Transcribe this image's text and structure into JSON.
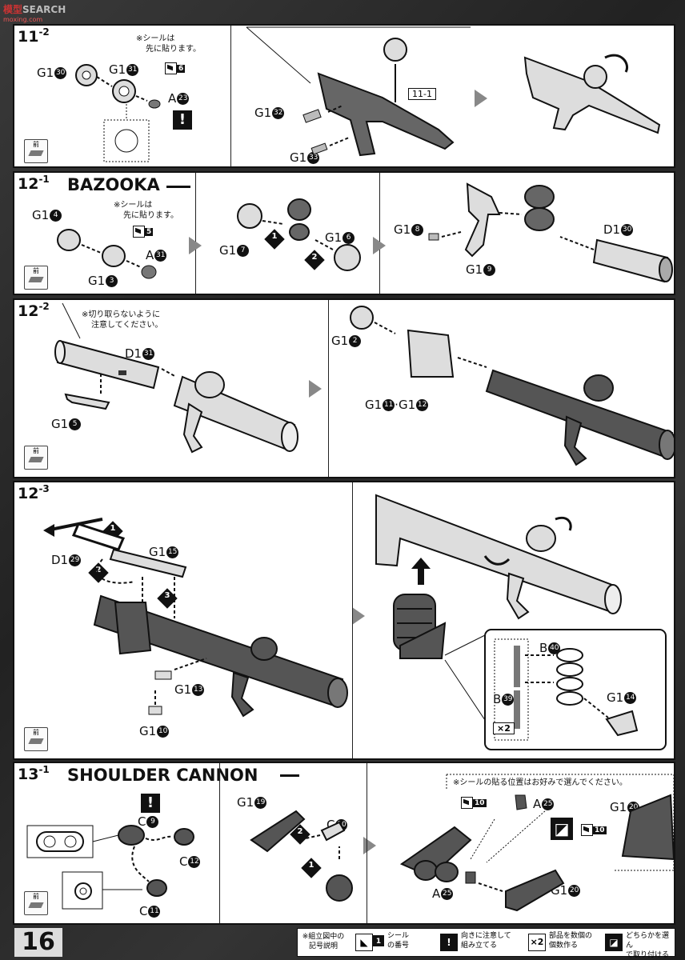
{
  "watermark": {
    "brand": "模型",
    "search": "SEARCH",
    "site": "moxing.com"
  },
  "front_label": "前",
  "panels": {
    "p11_2": {
      "step": "11",
      "sub": "-2",
      "note": [
        "※シールは",
        "先に貼ります。"
      ],
      "sticker_num": "6",
      "ref": "11-1",
      "labels": {
        "g1_30": {
          "t": "G1",
          "n": "30"
        },
        "g1_31": {
          "t": "G1",
          "n": "31"
        },
        "a_23": {
          "t": "A",
          "n": "23"
        },
        "g1_32": {
          "t": "G1",
          "n": "32"
        },
        "g1_33": {
          "t": "G1",
          "n": "33"
        }
      }
    },
    "p12_1": {
      "step": "12",
      "sub": "-1",
      "title": "BAZOOKA",
      "note": [
        "※シールは",
        "先に貼ります。"
      ],
      "sticker_num": "5",
      "labels": {
        "g1_4": {
          "t": "G1",
          "n": "4"
        },
        "g1_3": {
          "t": "G1",
          "n": "3"
        },
        "a_31": {
          "t": "A",
          "n": "31"
        },
        "g1_7": {
          "t": "G1",
          "n": "7"
        },
        "g1_6": {
          "t": "G1",
          "n": "6"
        },
        "g1_8": {
          "t": "G1",
          "n": "8"
        },
        "g1_9": {
          "t": "G1",
          "n": "9"
        },
        "d1_30": {
          "t": "D1",
          "n": "30"
        }
      }
    },
    "p12_2": {
      "step": "12",
      "sub": "-2",
      "note": [
        "※切り取らないように",
        "注意してください。"
      ],
      "labels": {
        "d1_31": {
          "t": "D1",
          "n": "31"
        },
        "g1_5": {
          "t": "G1",
          "n": "5"
        },
        "g1_2": {
          "t": "G1",
          "n": "2"
        },
        "g1_11_12": {
          "t": "G1",
          "n": "11",
          "t2": "·G1",
          "n2": "12"
        }
      }
    },
    "p12_3": {
      "step": "12",
      "sub": "-3",
      "labels": {
        "d1_29": {
          "t": "D1",
          "n": "29"
        },
        "g1_15": {
          "t": "G1",
          "n": "15"
        },
        "g1_13": {
          "t": "G1",
          "n": "13"
        },
        "g1_10": {
          "t": "G1",
          "n": "10"
        },
        "b_40": {
          "t": "B",
          "n": "40"
        },
        "b_39": {
          "t": "B",
          "n": "39"
        },
        "g1_14": {
          "t": "G1",
          "n": "14"
        }
      },
      "multiplier": "×2"
    },
    "p13_1": {
      "step": "13",
      "sub": "-1",
      "title": "SHOULDER CANNON",
      "note": "※シールの貼る位置はお好みで選んでください。",
      "sticker_num": "10",
      "labels": {
        "c_9": {
          "t": "C",
          "n": "9"
        },
        "c_12": {
          "t": "C",
          "n": "12"
        },
        "c_11": {
          "t": "C",
          "n": "11"
        },
        "g1_19": {
          "t": "G1",
          "n": "19"
        },
        "c_10": {
          "t": "C",
          "n": "10"
        },
        "a_25": {
          "t": "A",
          "n": "25"
        },
        "g1_20": {
          "t": "G1",
          "n": "20"
        },
        "a_25b": {
          "t": "A",
          "n": "25"
        },
        "g1_20b": {
          "t": "G1",
          "n": "20"
        }
      }
    }
  },
  "footer": {
    "page": "16",
    "legend_title": [
      "※組立図中の",
      "記号説明"
    ],
    "items": [
      {
        "sym": "1",
        "text": [
          "シール",
          "の番号"
        ]
      },
      {
        "sym": "!",
        "text": [
          "向きに注意して",
          "組み立てる"
        ]
      },
      {
        "sym": "×2",
        "text": [
          "部品を数個の",
          "個数作る"
        ]
      },
      {
        "sym": "◪",
        "text": [
          "どちらかを選ん",
          "で取り付ける"
        ]
      }
    ]
  }
}
